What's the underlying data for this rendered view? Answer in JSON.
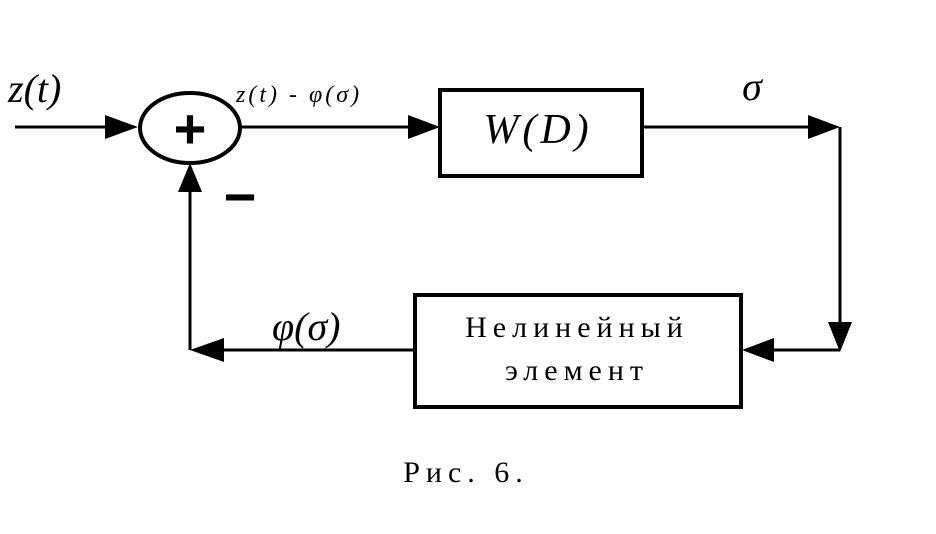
{
  "diagram": {
    "input_signal": "z(t)",
    "summer_output": "z(t) - φ(σ)",
    "summer_plus": "+",
    "summer_minus": "−",
    "linear_block": "W(D)",
    "output_signal": "σ",
    "nonlinear_block": {
      "line1": "Нелинейный",
      "line2": "элемент"
    },
    "feedback_signal": "φ(σ)",
    "caption": "Рис. 6."
  }
}
